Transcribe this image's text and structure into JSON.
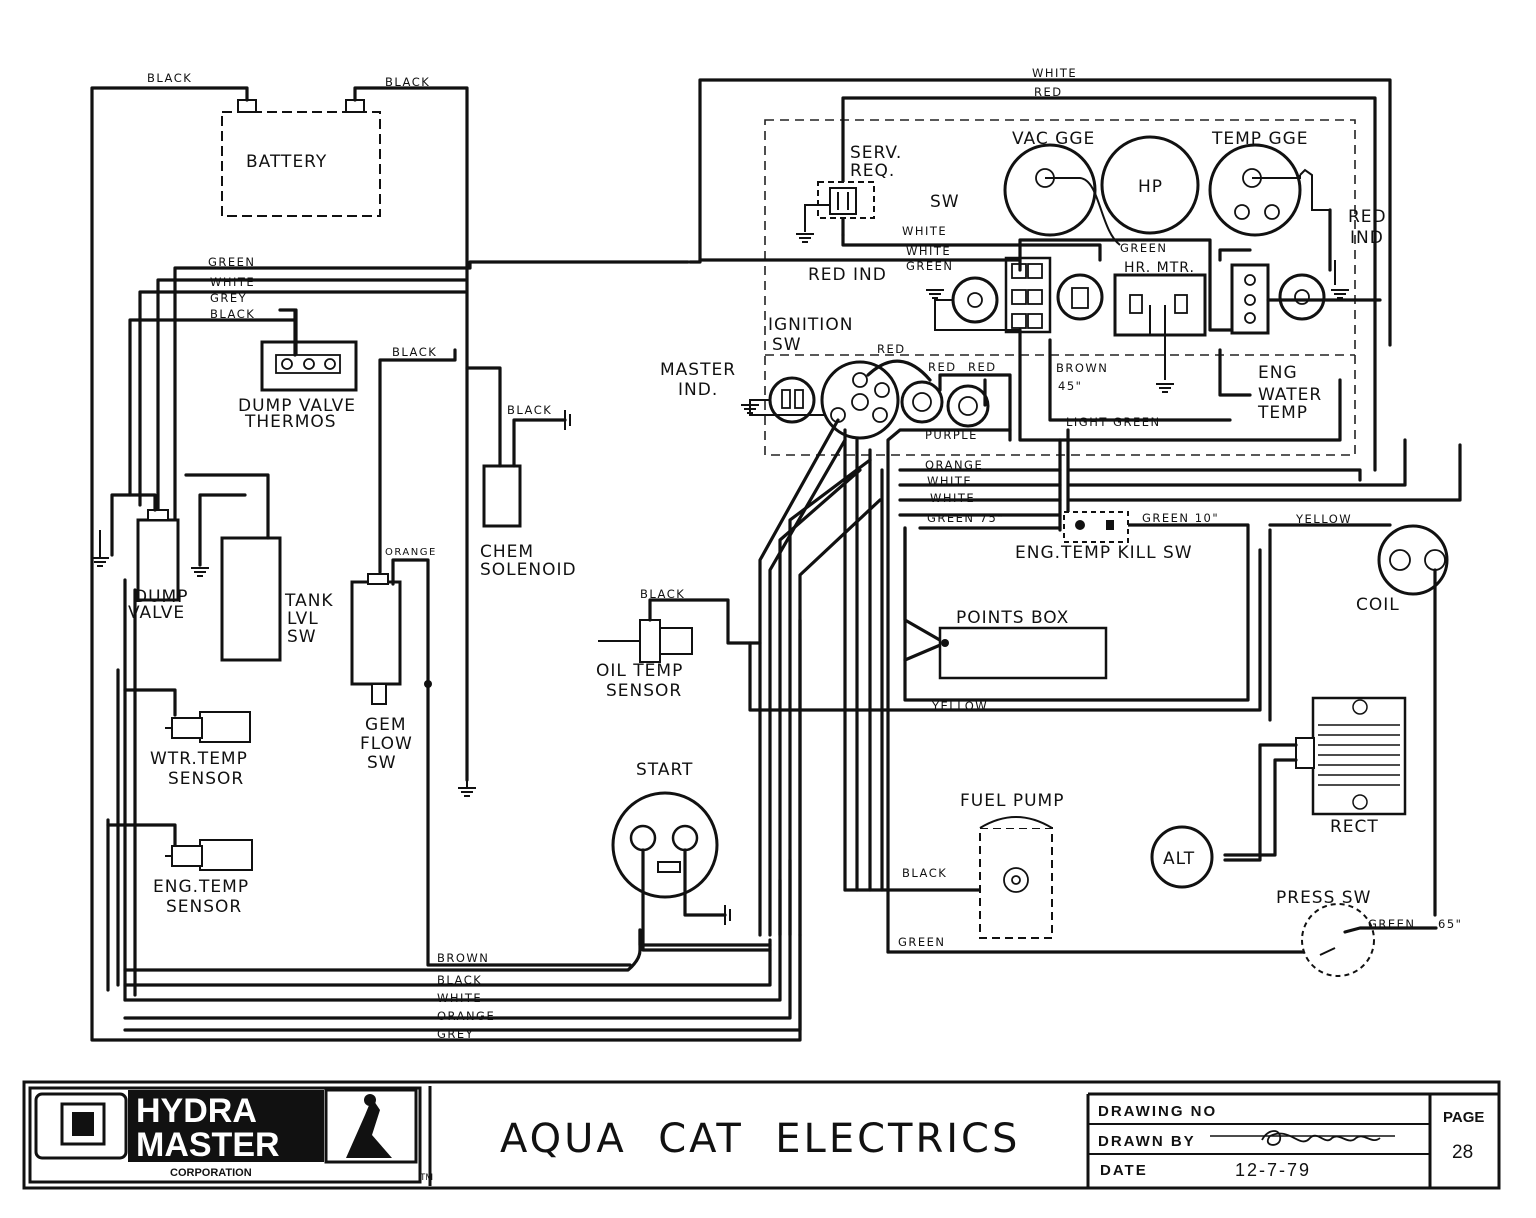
{
  "components": {
    "battery": "BATTERY",
    "dump_valve_thermos_1": "DUMP VALVE",
    "dump_valve_thermos_2": "THERMOS",
    "dump_valve_1": "DUMP",
    "dump_valve_2": "VALVE",
    "tank_1": "TANK",
    "tank_2": "LVL",
    "tank_3": "SW",
    "chem_1": "CHEM",
    "chem_2": "SOLENOID",
    "gem_1": "GEM",
    "gem_2": "FLOW",
    "gem_3": "SW",
    "wtr_1": "WTR.TEMP",
    "wtr_2": "SENSOR",
    "eng_1": "ENG.TEMP",
    "eng_2": "SENSOR",
    "oil_1": "OIL TEMP",
    "oil_2": "SENSOR",
    "start": "START",
    "fuel_pump": "FUEL PUMP",
    "points_box": "POINTS BOX",
    "alt": "ALT",
    "rect": "RECT",
    "coil": "COIL",
    "press_sw": "PRESS SW",
    "eng_temp_kill": "ENG.TEMP KILL SW",
    "master_1": "MASTER",
    "master_2": "IND.",
    "ign_1": "IGNITION",
    "ign_2": "SW",
    "serv_1": "SERV.",
    "serv_2": "REQ.",
    "vac_gge": "VAC GGE",
    "hp": "HP",
    "temp_gge": "TEMP GGE",
    "sw": "SW",
    "red_ind_left": "RED IND",
    "red_ind_r1": "RED",
    "red_ind_r2": "IND",
    "hr_mtr": "HR. MTR.",
    "eng_water_1": "ENG",
    "eng_water_2": "WATER",
    "eng_water_3": "TEMP"
  },
  "wires": {
    "black_1": "BLACK",
    "black_2": "BLACK",
    "black_3": "BLACK",
    "black_4": "BLACK",
    "black_5": "BLACK",
    "black_6": "BLACK",
    "green_1": "GREEN",
    "white_1": "WHITE",
    "grey_1": "GREY",
    "black_left": "BLACK",
    "orange_gem": "ORANGE",
    "white_top": "WHITE",
    "red_top": "RED",
    "white_p1": "WHITE",
    "white_p2": "WHITE",
    "green_p": "GREEN",
    "green_hr": "GREEN",
    "red_ign": "RED",
    "red_a": "RED",
    "red_b": "RED",
    "brown_45_1": "BROWN",
    "brown_45_2": "45\"",
    "light_green": "LIGHT GREEN",
    "purple": "PURPLE",
    "orange_m": "ORANGE",
    "white_m1": "WHITE",
    "white_m2": "WHITE",
    "green_75": "GREEN  75\"",
    "green_10": "GREEN  10\"",
    "yellow_1": "YELLOW",
    "yellow_2": "YELLOW",
    "green_bot": "GREEN",
    "green_press": "GREEN",
    "len_65": "65\"",
    "brown_b": "BROWN",
    "black_b": "BLACK",
    "white_b": "WHITE",
    "orange_b": "ORANGE",
    "grey_b": "GREY"
  },
  "title_block": {
    "logo_line1": "HYDRA",
    "logo_line2": "MASTER",
    "logo_line3": "CORPORATION",
    "tm": "TM",
    "title": "AQUA  CAT  ELECTRICS",
    "drawing_no_label": "DRAWING  NO",
    "drawn_by_label": "DRAWN  BY",
    "date_label": "DATE",
    "date_value": "12-7-79",
    "page_label": "PAGE",
    "page_value": "28"
  }
}
